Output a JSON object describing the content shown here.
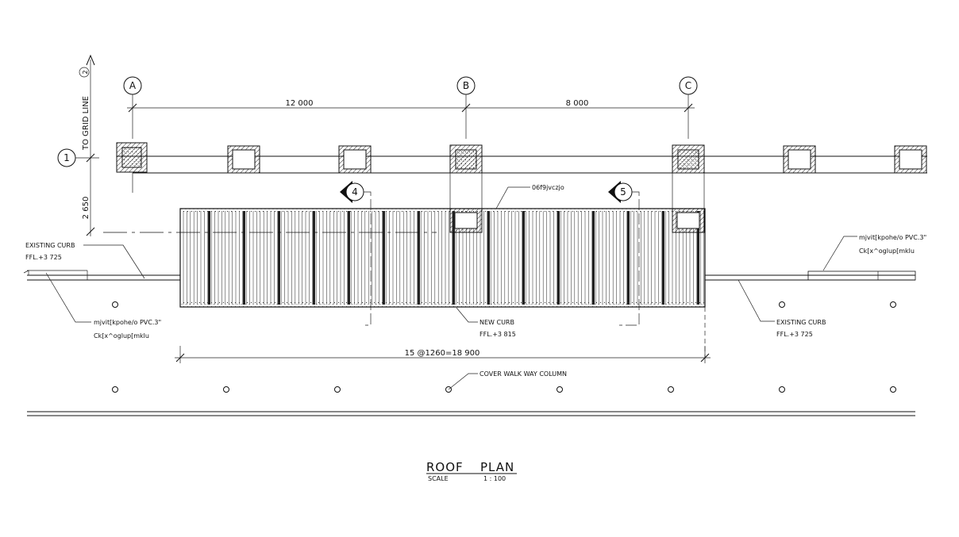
{
  "drawing": {
    "title_left": "ROOF",
    "title_right": "PLAN",
    "scale_label": "SCALE",
    "scale_value": "1 : 100"
  },
  "grid_lines": {
    "a": "A",
    "b": "B",
    "c": "C",
    "row_1": "1",
    "to_grid_line": "TO GRID LINE",
    "to_grid_line_num": "2"
  },
  "dimensions": {
    "ab": "12 000",
    "bc": "8 000",
    "vertical": "2 650",
    "span": "15 @1260=18 900"
  },
  "sections": {
    "s4": "4",
    "s5": "5"
  },
  "notes": {
    "existing_curb_left": "EXISTING CURB",
    "existing_curb_left_ffl": "FFL.+3 725",
    "gutter_left_1": "mjvit[kpohe/o PVC.3\"",
    "gutter_left_2": "Ck[x^oglup[mklu",
    "new_curb": "NEW CURB",
    "new_curb_ffl": "FFL.+3 815",
    "existing_curb_right": "EXISTING CURB",
    "existing_curb_right_ffl": "FFL.+3 725",
    "gutter_right_1": "mjvit[kpohe/o PVC.3\"",
    "gutter_right_2": "Ck[x^oglup[mklu",
    "roof_tag": "06f9jvczjo",
    "cover_walkway": "COVER WALK WAY COLUMN"
  }
}
